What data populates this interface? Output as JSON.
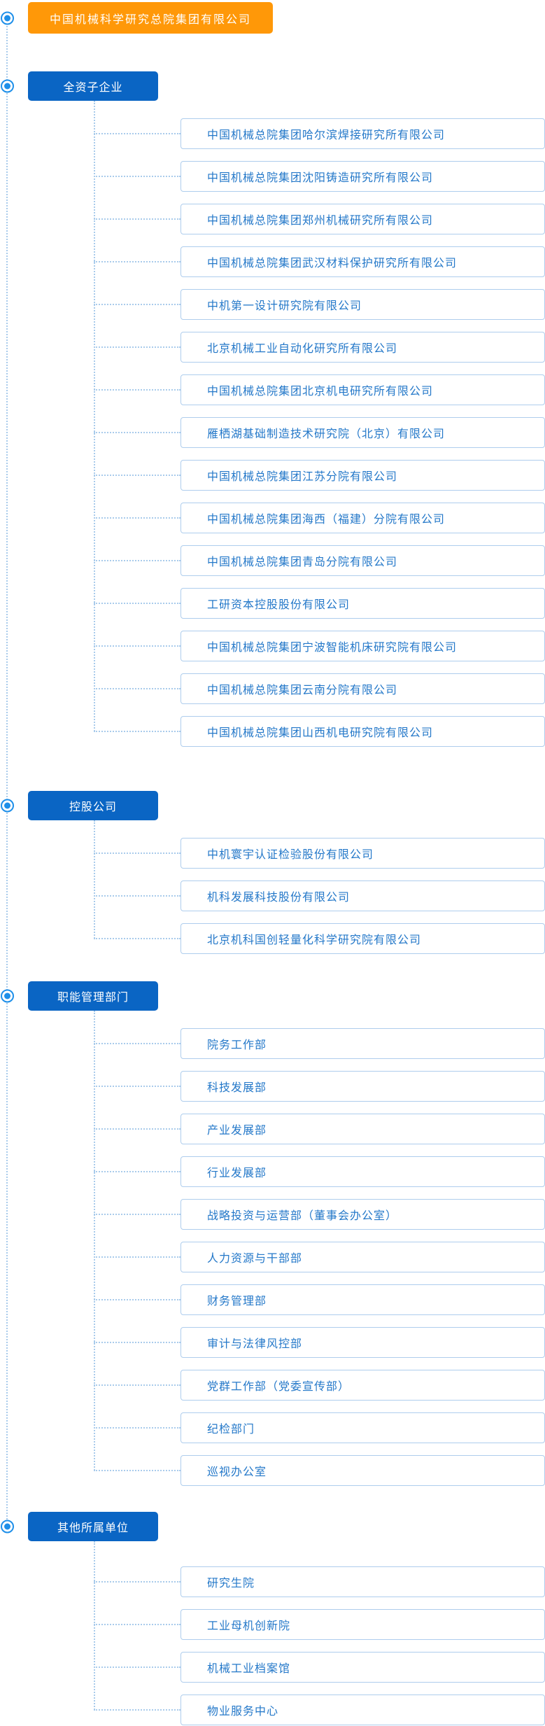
{
  "root": {
    "label": "中国机械科学研究总院集团有限公司"
  },
  "colors": {
    "root_box": "#ff9808",
    "section_box": "#0a65c4",
    "bullet": "#1e8fe9",
    "connector_line": "#a9cbeb",
    "item_border": "#aecded",
    "item_text": "#2478c9"
  },
  "sections": [
    {
      "label": "全资子企业",
      "items": [
        "中国机械总院集团哈尔滨焊接研究所有限公司",
        "中国机械总院集团沈阳铸造研究所有限公司",
        "中国机械总院集团郑州机械研究所有限公司",
        "中国机械总院集团武汉材料保护研究所有限公司",
        "中机第一设计研究院有限公司",
        "北京机械工业自动化研究所有限公司",
        "中国机械总院集团北京机电研究所有限公司",
        "雁栖湖基础制造技术研究院（北京）有限公司",
        "中国机械总院集团江苏分院有限公司",
        "中国机械总院集团海西（福建）分院有限公司",
        "中国机械总院集团青岛分院有限公司",
        "工研资本控股股份有限公司",
        "中国机械总院集团宁波智能机床研究院有限公司",
        "中国机械总院集团云南分院有限公司",
        "中国机械总院集团山西机电研究院有限公司"
      ]
    },
    {
      "label": "控股公司",
      "items": [
        "中机寰宇认证检验股份有限公司",
        "机科发展科技股份有限公司",
        "北京机科国创轻量化科学研究院有限公司"
      ]
    },
    {
      "label": "职能管理部门",
      "items": [
        "院务工作部",
        "科技发展部",
        "产业发展部",
        "行业发展部",
        "战略投资与运营部（董事会办公室）",
        "人力资源与干部部",
        "财务管理部",
        "审计与法律风控部",
        "党群工作部（党委宣传部）",
        "纪检部门",
        "巡视办公室"
      ]
    },
    {
      "label": "其他所属单位",
      "items": [
        "研究生院",
        "工业母机创新院",
        "机械工业档案馆",
        "物业服务中心"
      ]
    }
  ]
}
